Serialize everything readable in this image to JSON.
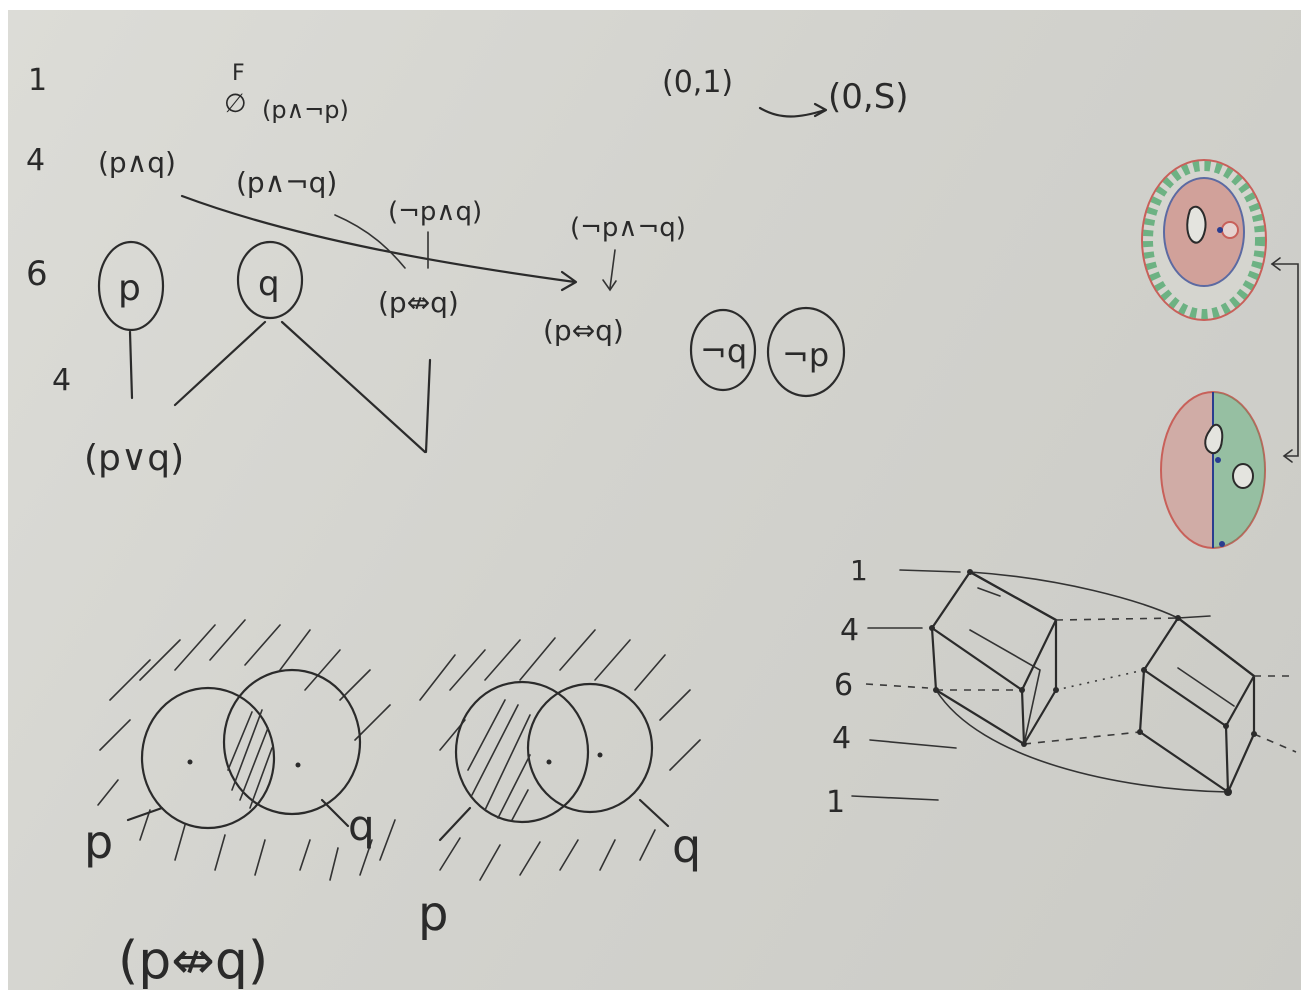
{
  "row_counts": {
    "r1": "1",
    "r2": "4",
    "r3": "6",
    "r4": "4"
  },
  "top": {
    "false_label": "F",
    "empty_set": "∅",
    "contradiction": "(p∧¬p)",
    "map_from": "(0,1)",
    "map_to": "(0,S)"
  },
  "conjunctions": {
    "c1": "(p∧q)",
    "c2": "(p∧¬q)",
    "c3": "(¬p∧q)",
    "c4": "(¬p∧¬q)"
  },
  "middle_row": {
    "p": "p",
    "q": "q",
    "xor": "(p⇎q)",
    "iff": "(p⇔q)",
    "not_q": "¬q",
    "not_p": "¬p"
  },
  "disjunction": "(p∨q)",
  "venn": {
    "left_p": "p",
    "left_q": "q",
    "left_caption": "(p⇎q)",
    "right_p": "p",
    "right_q": "q"
  },
  "hypercube_counts": {
    "a": "1",
    "b": "4",
    "c": "6",
    "d": "4",
    "e": "1"
  },
  "colors": {
    "ink": "#2b2b2b",
    "board": "#d6d6d1",
    "red": "#c8605a",
    "green": "#4aa56a",
    "blue": "#2a3d8f"
  }
}
